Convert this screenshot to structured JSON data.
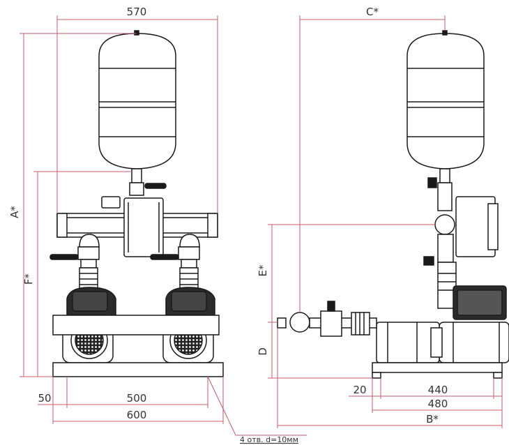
{
  "colors": {
    "outline": "#1a1a1a",
    "tank_fill": "#ffffff",
    "motor_dark": "#2b2b2b",
    "dimension_line": "#c85a6a",
    "text": "#333333"
  },
  "dimensions": {
    "front_width_top": "570",
    "overall_height": "A*",
    "manifold_height": "F*",
    "edge_offset": "50",
    "anchor_spacing": "500",
    "base_width": "600",
    "anchor_holes": "4 отв. d=10мм",
    "side_tank_offset": "C*",
    "side_manifold_height": "E*",
    "side_inlet_height": "D",
    "side_foot_offset": "20",
    "side_foot_spacing": "440",
    "side_base_length": "480",
    "side_overall_length": "B*"
  }
}
